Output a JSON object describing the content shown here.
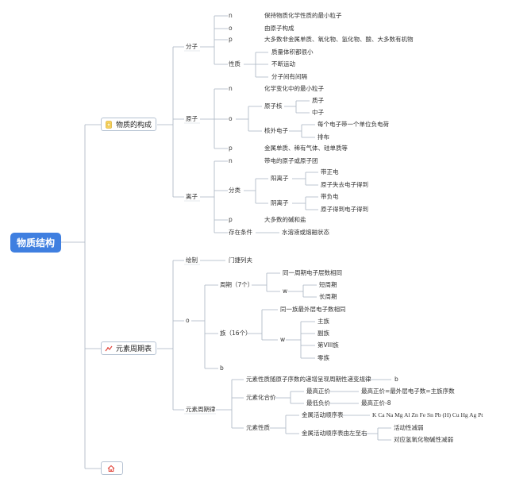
{
  "root": "物质结构",
  "categories": [
    {
      "label": "物质的构成",
      "icon": "medal-icon"
    },
    {
      "label": "元素周期表",
      "icon": "chart-icon"
    },
    {
      "label": "",
      "icon": "home-icon"
    }
  ],
  "molecule": {
    "label": "分子",
    "n": "n",
    "n_text": "保持物质化学性质的最小粒子",
    "o": "o",
    "o_text": "由原子构成",
    "p": "p",
    "p_text": "大多数非金属单质、氧化物、氢化物、酸、大多数有机物",
    "prop": "性质",
    "props": [
      "质量体积都很小",
      "不断运动",
      "分子间有间隔"
    ]
  },
  "atom": {
    "label": "原子",
    "n": "n",
    "n_text": "化学变化中的最小粒子",
    "o": "o",
    "nucleus": "原子核",
    "nucleus_items": [
      "质子",
      "中子"
    ],
    "electrons": "核外电子",
    "electron_items": [
      "每个电子带一个单位负电荷",
      "排布"
    ],
    "p": "p",
    "p_text": "金属单质、稀有气体、硅单质等"
  },
  "ion": {
    "label": "离子",
    "n": "n",
    "n_text": "带电的原子或原子团",
    "classify": "分类",
    "cation": "阳离子",
    "cation_items": [
      "带正电",
      "原子失去电子得到"
    ],
    "anion": "阴离子",
    "anion_items": [
      "带负电",
      "原子得到电子得到"
    ],
    "p": "p",
    "p_text": "大多数的碱和盐",
    "exist": "存在条件",
    "exist_text": "水溶液或熔融状态"
  },
  "table": {
    "draw": "绘制",
    "draw_text": "门捷列夫",
    "o": "o",
    "period": "周期（7个）",
    "period_text": "同一周期电子层数相同",
    "period_w": "w",
    "period_items": [
      "短周期",
      "长周期"
    ],
    "group": "族（16个）",
    "group_text": "同一族最外层电子数相同",
    "group_w": "w",
    "group_items": [
      "主族",
      "副族",
      "第VIII族",
      "零族"
    ],
    "b": "b",
    "law": "元素周期律",
    "law_text": "元素性质随原子序数的递增呈现周期性递变规律",
    "law_b": "b",
    "valence": "元素化合价",
    "highest": "最高正价",
    "highest_text": "最高正价=最外层电子数=主族序数",
    "lowest": "最低负价",
    "lowest_text": "最高正价-8",
    "nature": "元素性质",
    "activity": "金属活动顺序表",
    "activity_text": "K Ca Na Mg Al Zn Fe Sn Pb (H) Cu Hg Ag Pt",
    "activity_trend": "金属活动顺序表由左至右",
    "trend_items": [
      "活动性减弱",
      "对应氢氧化物碱性减弱"
    ]
  }
}
